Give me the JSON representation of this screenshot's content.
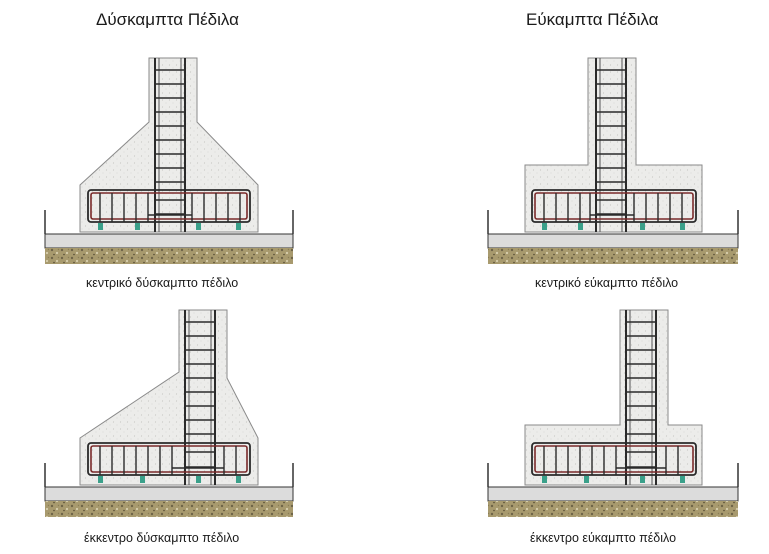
{
  "headings": {
    "rigid": "Δύσκαμπτα Πέδιλα",
    "flexible": "Εύκαμπτα Πέδιλα"
  },
  "captions": {
    "rigid_central": "κεντρικό δύσκαμπτο πέδιλο",
    "flexible_central": "κεντρικό εύκαμπτο πέδιλο",
    "rigid_eccentric": "έκκεντρο δύσκαμπτο πέδιλο",
    "flexible_eccentric": "έκκεντρο εύκαμπτο πέδιλο"
  },
  "colors": {
    "concrete": "#ececea",
    "concrete_edge": "#8a8a8a",
    "rebar_dark": "#2a2a2a",
    "rebar_red": "#7a2a2a",
    "soil": "#a89a6e",
    "slab": "#dcdcdc"
  }
}
